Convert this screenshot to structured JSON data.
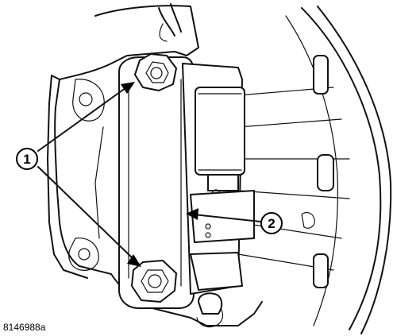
{
  "figure": {
    "id_label": "8146988a",
    "callouts": [
      {
        "number": "1"
      },
      {
        "number": "2"
      }
    ]
  }
}
